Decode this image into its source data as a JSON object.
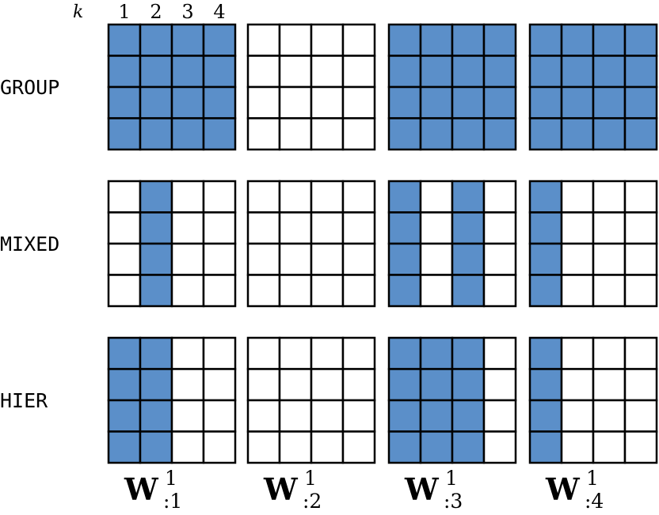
{
  "k_label": "k",
  "column_ticks": [
    "1",
    "2",
    "3",
    "4"
  ],
  "fill_color": "#5b8fc9",
  "empty_color": "#ffffff",
  "rows": [
    {
      "label": "GROUP",
      "matrices": [
        [
          [
            1,
            1,
            1,
            1
          ],
          [
            1,
            1,
            1,
            1
          ],
          [
            1,
            1,
            1,
            1
          ],
          [
            1,
            1,
            1,
            1
          ]
        ],
        [
          [
            0,
            0,
            0,
            0
          ],
          [
            0,
            0,
            0,
            0
          ],
          [
            0,
            0,
            0,
            0
          ],
          [
            0,
            0,
            0,
            0
          ]
        ],
        [
          [
            1,
            1,
            1,
            1
          ],
          [
            1,
            1,
            1,
            1
          ],
          [
            1,
            1,
            1,
            1
          ],
          [
            1,
            1,
            1,
            1
          ]
        ],
        [
          [
            1,
            1,
            1,
            1
          ],
          [
            1,
            1,
            1,
            1
          ],
          [
            1,
            1,
            1,
            1
          ],
          [
            1,
            1,
            1,
            1
          ]
        ]
      ]
    },
    {
      "label": "MIXED",
      "matrices": [
        [
          [
            0,
            1,
            0,
            0
          ],
          [
            0,
            1,
            0,
            0
          ],
          [
            0,
            1,
            0,
            0
          ],
          [
            0,
            1,
            0,
            0
          ]
        ],
        [
          [
            0,
            0,
            0,
            0
          ],
          [
            0,
            0,
            0,
            0
          ],
          [
            0,
            0,
            0,
            0
          ],
          [
            0,
            0,
            0,
            0
          ]
        ],
        [
          [
            1,
            0,
            1,
            0
          ],
          [
            1,
            0,
            1,
            0
          ],
          [
            1,
            0,
            1,
            0
          ],
          [
            1,
            0,
            1,
            0
          ]
        ],
        [
          [
            1,
            0,
            0,
            0
          ],
          [
            1,
            0,
            0,
            0
          ],
          [
            1,
            0,
            0,
            0
          ],
          [
            1,
            0,
            0,
            0
          ]
        ]
      ]
    },
    {
      "label": "HIER",
      "matrices": [
        [
          [
            1,
            1,
            0,
            0
          ],
          [
            1,
            1,
            0,
            0
          ],
          [
            1,
            1,
            0,
            0
          ],
          [
            1,
            1,
            0,
            0
          ]
        ],
        [
          [
            0,
            0,
            0,
            0
          ],
          [
            0,
            0,
            0,
            0
          ],
          [
            0,
            0,
            0,
            0
          ],
          [
            0,
            0,
            0,
            0
          ]
        ],
        [
          [
            1,
            1,
            1,
            0
          ],
          [
            1,
            1,
            1,
            0
          ],
          [
            1,
            1,
            1,
            0
          ],
          [
            1,
            1,
            1,
            0
          ]
        ],
        [
          [
            1,
            0,
            0,
            0
          ],
          [
            1,
            0,
            0,
            0
          ],
          [
            1,
            0,
            0,
            0
          ],
          [
            1,
            0,
            0,
            0
          ]
        ]
      ]
    }
  ],
  "column_labels": [
    {
      "base": "W",
      "sup": "1",
      "sub": ":1"
    },
    {
      "base": "W",
      "sup": "1",
      "sub": ":2"
    },
    {
      "base": "W",
      "sup": "1",
      "sub": ":3"
    },
    {
      "base": "W",
      "sup": "1",
      "sub": ":4"
    }
  ]
}
